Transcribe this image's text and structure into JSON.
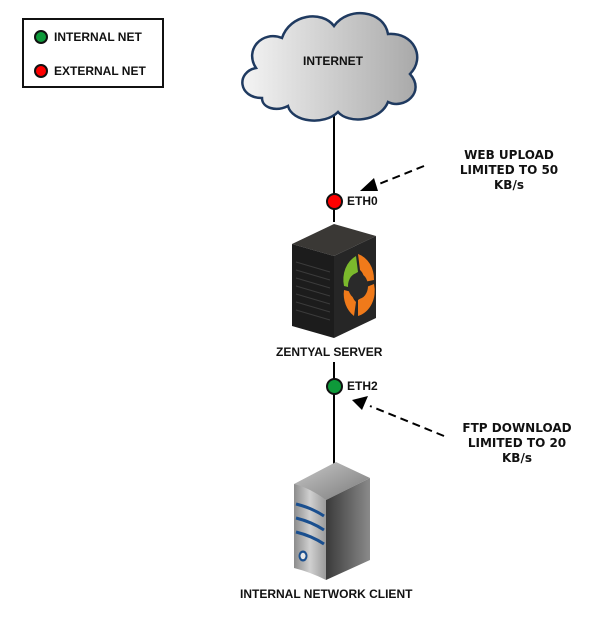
{
  "legend": {
    "items": [
      {
        "label": "INTERNAL NET",
        "color": "#0e9a3a"
      },
      {
        "label": "EXTERNAL NET",
        "color": "#ff0000"
      }
    ]
  },
  "nodes": {
    "internet": {
      "label": "INTERNET"
    },
    "server": {
      "label": "ZENTYAL SERVER"
    },
    "client": {
      "label": "INTERNAL NETWORK CLIENT"
    }
  },
  "interfaces": {
    "eth0": {
      "label": "ETH0",
      "color": "#ff0000"
    },
    "eth2": {
      "label": "ETH2",
      "color": "#0e9a3a"
    }
  },
  "annotations": {
    "upload": {
      "line1": "WEB UPLOAD",
      "line2": "LIMITED TO 50",
      "line3": "KB/s"
    },
    "download": {
      "line1": "FTP DOWNLOAD",
      "line2": "LIMITED TO 20",
      "line3": "KB/s"
    }
  }
}
